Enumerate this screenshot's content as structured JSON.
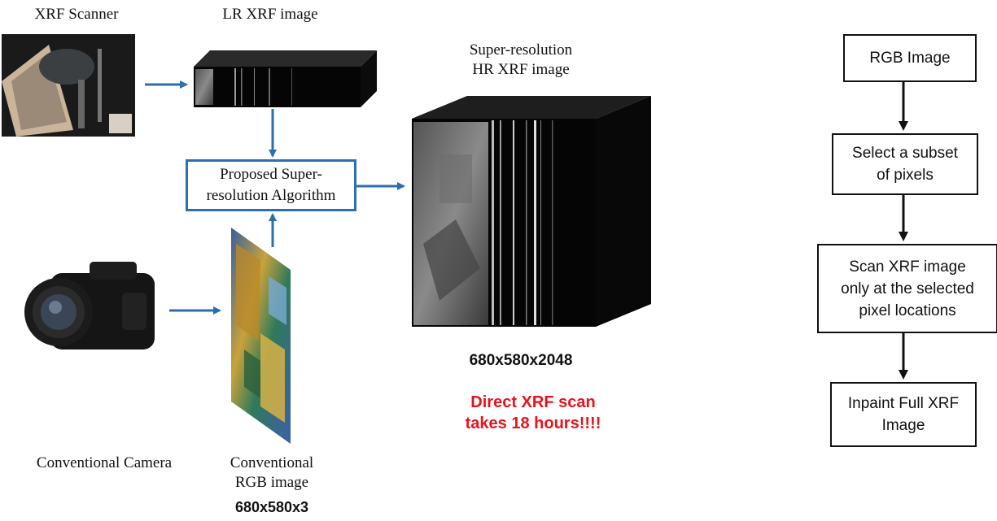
{
  "left_diagram": {
    "xrf_scanner_label": "XRF Scanner",
    "lr_image_label": "LR XRF image",
    "sr_image_label_line1": "Super-resolution",
    "sr_image_label_line2": "HR XRF image",
    "algorithm_line1": "Proposed Super-",
    "algorithm_line2": "resolution Algorithm",
    "camera_label": "Conventional Camera",
    "rgb_label_line1": "Conventional",
    "rgb_label_line2": "RGB image",
    "rgb_dims": "680x580x3",
    "hr_dims": "680x580x2048",
    "scan_note_line1": "Direct XRF scan",
    "scan_note_line2": "takes 18 hours!!!!",
    "arrow_color": "#2b6fb0",
    "note_color": "#e8131b"
  },
  "flowchart": {
    "steps": [
      {
        "line1": "RGB Image",
        "line2": "",
        "line3": ""
      },
      {
        "line1": "Select a subset",
        "line2": "of pixels",
        "line3": ""
      },
      {
        "line1": "Scan XRF image",
        "line2": "only at the selected",
        "line3": "pixel locations"
      },
      {
        "line1": "Inpaint Full XRF",
        "line2": "Image",
        "line3": ""
      }
    ]
  }
}
